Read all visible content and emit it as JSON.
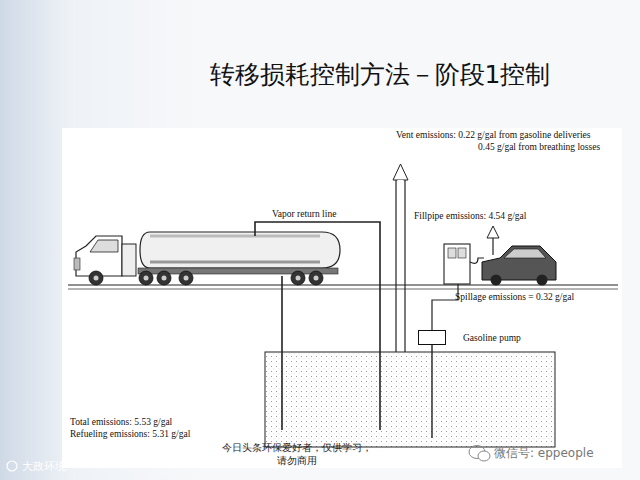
{
  "diagram": {
    "title": "转移损耗控制方法－阶段1控制",
    "nodes": [
      {
        "text": [
          "Gasoline pump"
        ]
      }
    ],
    "labels": [
      "Vent emissions: 0.22 g/gal from gasoline deliveries",
      "0.45 g/gal from breathing losses",
      "Vapor return line",
      "Fillpipe emissions: 4.54 g/gal",
      "Spillage emissions = 0.32 g/gal",
      "Total emissions: 5.53 g/gal",
      "Refueling emissions: 5.31 g/gal",
      "今日头条环保爱好者，仅供学习， 请勿商用",
      "微信号: eppeople",
      "大政环境"
    ]
  }
}
